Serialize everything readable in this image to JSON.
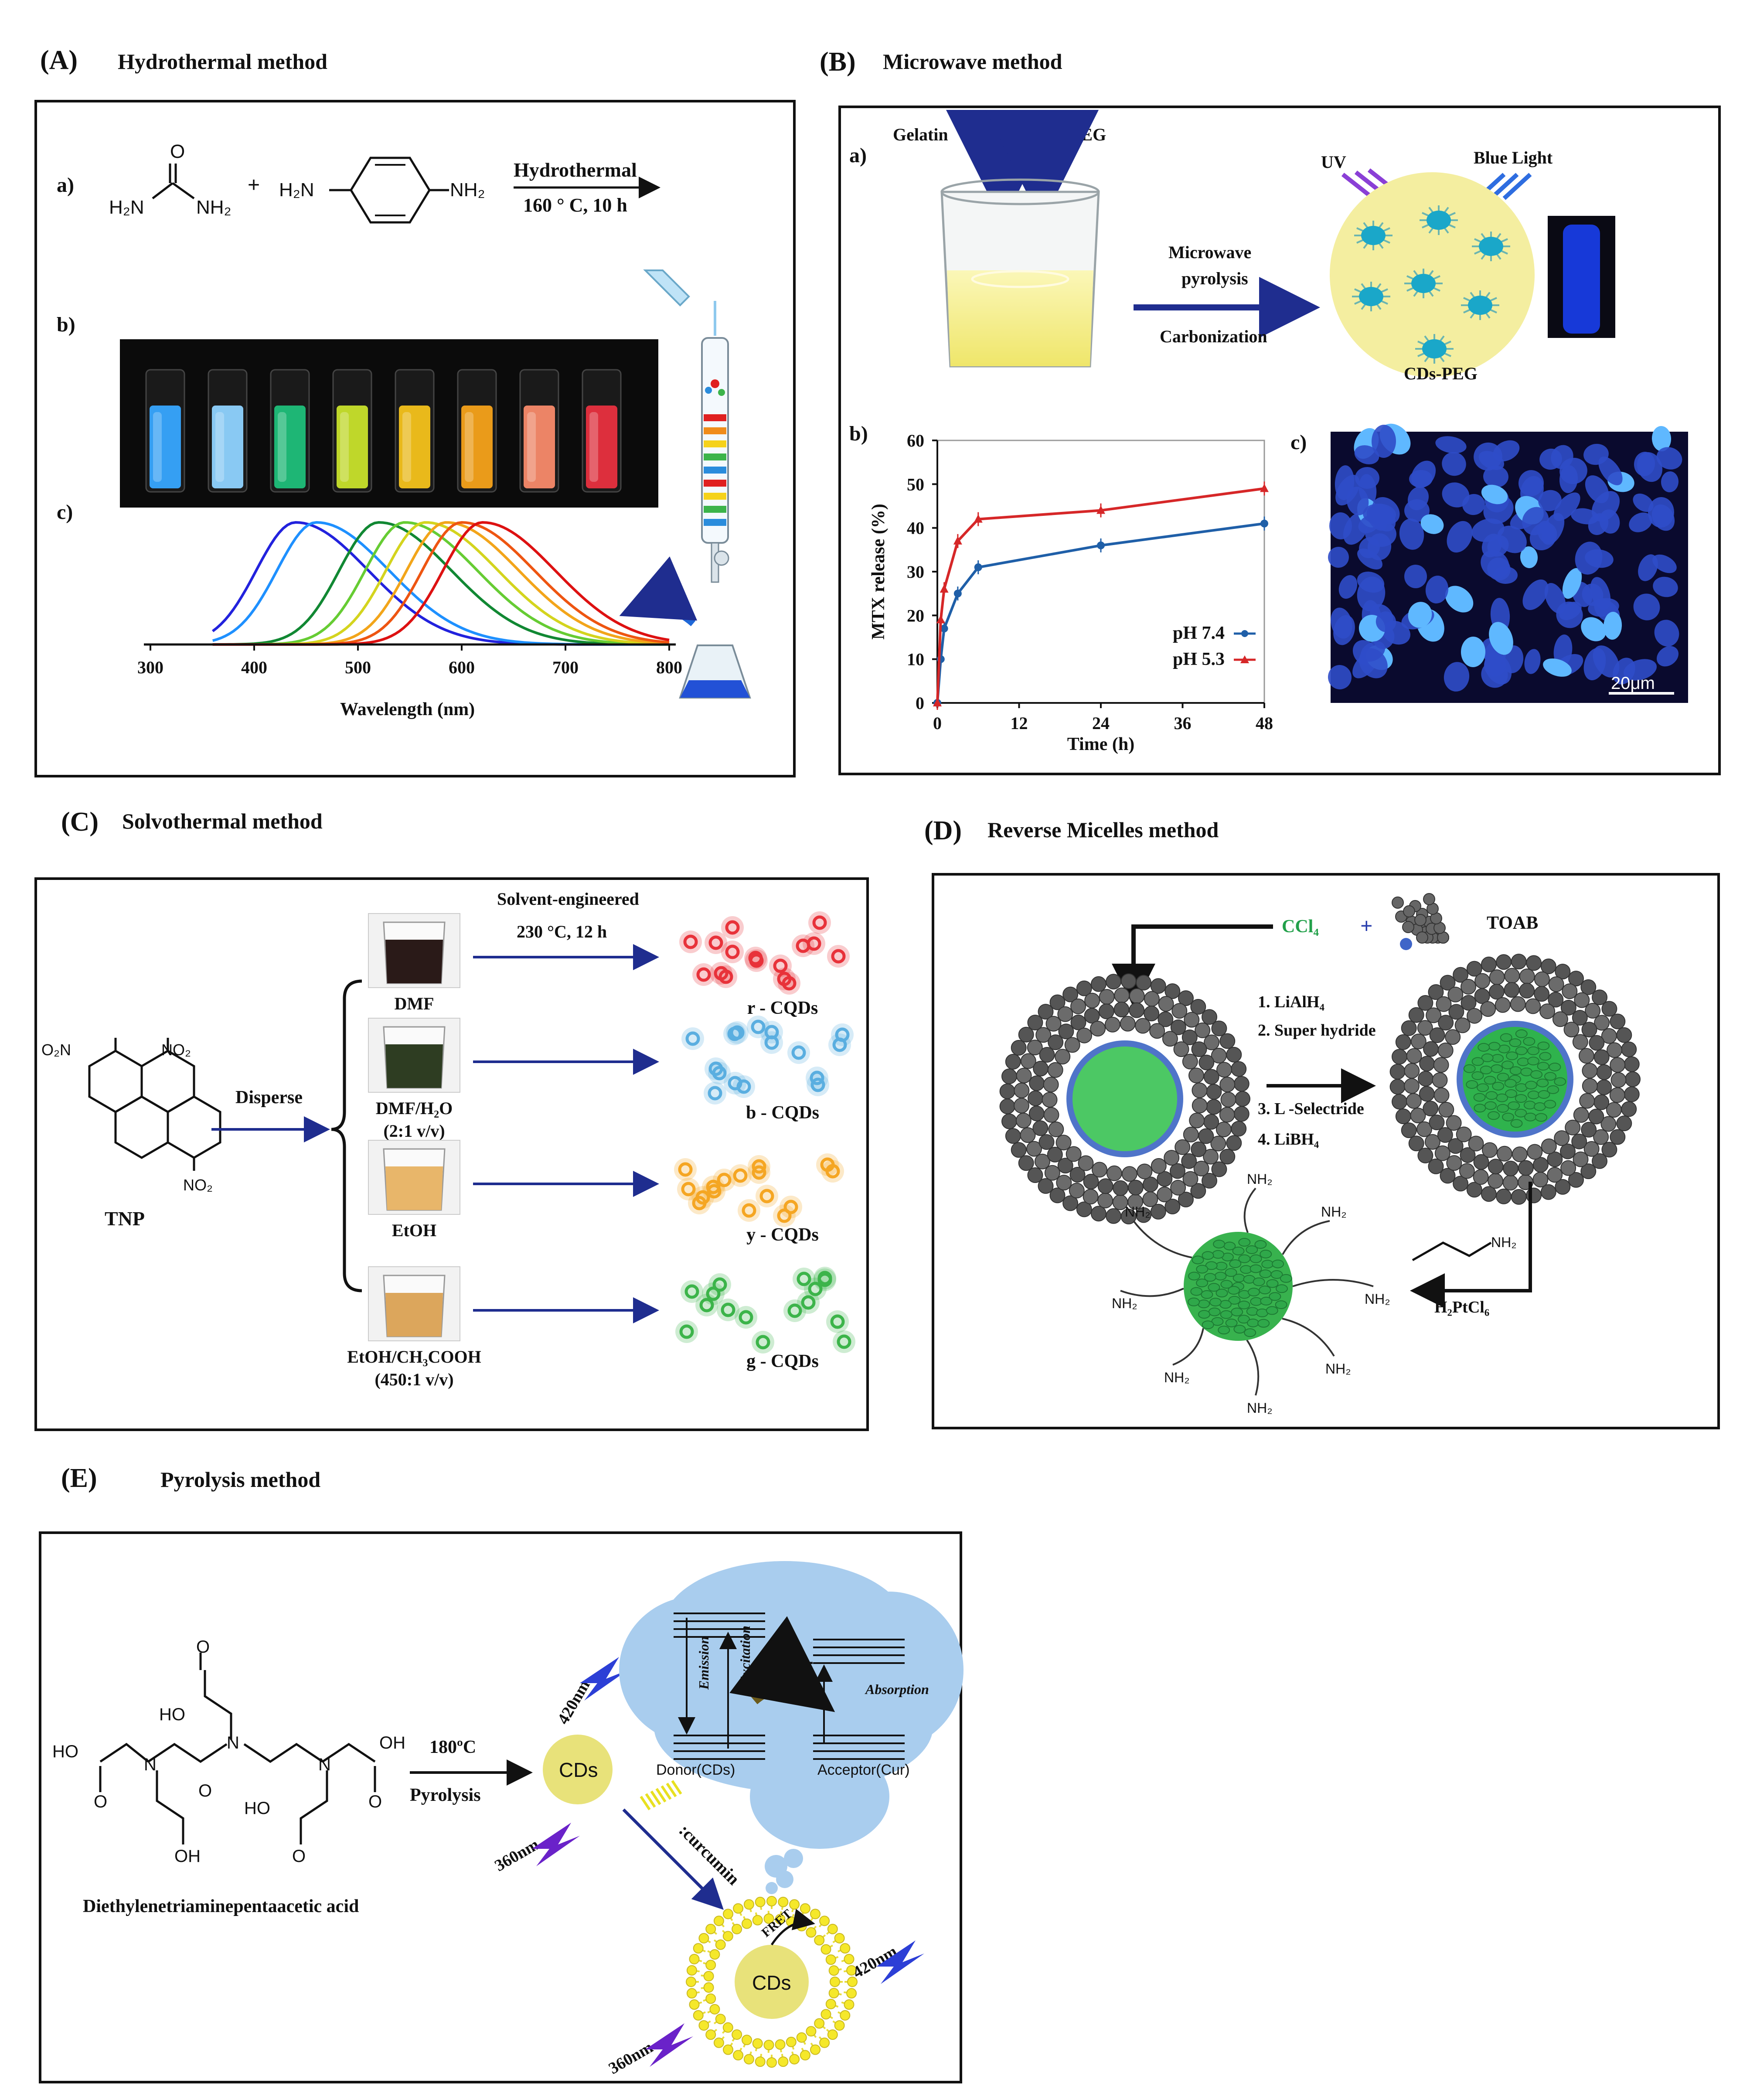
{
  "colors": {
    "frame": "#111111",
    "panel_bg": "#ffffff",
    "arrow_blue": "#1f2d8f",
    "cd_yellow": "#f0e98a",
    "green_core": "#33b54a",
    "micelle_gray": "#555555",
    "line_red": "#d62728",
    "line_blue": "#1f5fa8",
    "cloud_blue": "#9ec6ea"
  },
  "panel_a": {
    "title_letter": "(A)",
    "title": "Hydrothermal   method",
    "label_a": "a)",
    "label_b": "b)",
    "label_c": "c)",
    "reactant1_left": "H₂N",
    "reactant1_right": "NH₂",
    "reactant1_o": "O",
    "plus": "+",
    "reactant2_left": "H₂N",
    "reactant2_right": "NH₂",
    "condition_top": "Hydrothermal",
    "condition_bottom": "160 ° C, 10 h",
    "vial_colors": [
      "#37a7ff",
      "#8fd3ff",
      "#1fbf7a",
      "#c8e22b",
      "#f4c21b",
      "#f6a21a",
      "#f88a6a",
      "#e8303f"
    ],
    "axis_ticks": [
      "300",
      "400",
      "500",
      "600",
      "700",
      "800"
    ],
    "xlabel": "Wavelength  (nm)",
    "spectra": [
      {
        "color": "#2222dd",
        "peak_nm": 440
      },
      {
        "color": "#1e90ff",
        "peak_nm": 460
      },
      {
        "color": "#118833",
        "peak_nm": 520
      },
      {
        "color": "#66cc33",
        "peak_nm": 545
      },
      {
        "color": "#d4d41e",
        "peak_nm": 565
      },
      {
        "color": "#f2a51a",
        "peak_nm": 585
      },
      {
        "color": "#ee5511",
        "peak_nm": 600
      },
      {
        "color": "#dd1111",
        "peak_nm": 620
      }
    ],
    "column_band_colors": [
      "#e02020",
      "#f08c1a",
      "#f5d21a",
      "#3cb44a",
      "#2a8cdc",
      "#e02020",
      "#f5d21a",
      "#3cb44a",
      "#2a8cdc"
    ]
  },
  "panel_b": {
    "title_letter": "(B)",
    "title": "Microwave method",
    "label_a": "a)",
    "label_b": "b)",
    "label_c": "c)",
    "gelatin": "Gelatin",
    "peg": "PEG",
    "uv": "UV",
    "blue_light": "Blue Light",
    "arrow_top_1": "Microwave",
    "arrow_top_2": "pyrolysis",
    "arrow_bottom": "Carbonization",
    "product": "CDs-PEG",
    "scale_bar": "20μm"
  },
  "chart_data": {
    "type": "line",
    "xlabel": "Time  (h)",
    "ylabel": "MTX  release (%)",
    "xlim": [
      0,
      48
    ],
    "ylim": [
      0,
      60
    ],
    "xticks": [
      "0",
      "12",
      "24",
      "36",
      "48"
    ],
    "yticks": [
      "0",
      "10",
      "20",
      "30",
      "40",
      "50",
      "60"
    ],
    "legend_position": "bottom-right",
    "series": [
      {
        "name": "pH  7.4",
        "color": "#1f5fa8",
        "marker": "circle",
        "x": [
          0,
          0.5,
          1,
          3,
          6,
          24,
          48
        ],
        "y": [
          0,
          10,
          17,
          25,
          31,
          36,
          41
        ]
      },
      {
        "name": "pH  5.3",
        "color": "#d62728",
        "marker": "triangle",
        "x": [
          0,
          0.5,
          1,
          3,
          6,
          24,
          48
        ],
        "y": [
          0,
          19,
          26,
          37,
          42,
          44,
          49
        ]
      }
    ]
  },
  "panel_c": {
    "title_letter": "(C)",
    "title": "Solvothermal   method",
    "no2_a": "O₂N",
    "no2_b": "NO₂",
    "no2_c": "NO₂",
    "tnp": "TNP",
    "disperse": "Disperse",
    "condition_top": "Solvent-engineered",
    "condition_bottom": "230 °C, 12 h",
    "solvents": [
      {
        "label": "DMF",
        "label2": "",
        "liquid": "#2a1a18",
        "product": "r - CQDs",
        "dot": "#e8323a"
      },
      {
        "label": "DMF/H₂O",
        "label2": "(2:1 v/v)",
        "liquid": "#2e3d22",
        "product": "b - CQDs",
        "dot": "#5aaee0"
      },
      {
        "label": "EtOH",
        "label2": "",
        "liquid": "#e8b66a",
        "product": "y - CQDs",
        "dot": "#f5a623"
      },
      {
        "label": "EtOH/CH₃COOH",
        "label2": "(450:1 v/v)",
        "liquid": "#dca65c",
        "product": "g - CQDs",
        "dot": "#3cb44a"
      }
    ]
  },
  "panel_d": {
    "title_letter": "(D)",
    "title": "Reverse Micelles  method",
    "ccl4": "CCl₄",
    "plus": "+",
    "toab": "TOAB",
    "steps": [
      "1. LiAlH₄",
      "2. Super  hydride",
      "3. L -Selectride",
      "4. LiBH₄"
    ],
    "amine": "NH₂",
    "reagent": "H₂PtCl₆"
  },
  "panel_e": {
    "title_letter": "(E)",
    "title": "Pyrolysis method",
    "acid_name": "Diethylenetriaminepentaacetic  acid",
    "ho": "HO",
    "oh": "OH",
    "o": "O",
    "n": "N",
    "temp": "180ºC",
    "process": "Pyrolysis",
    "cds": "CDs",
    "nm420": "420nm",
    "nm360": "360nm",
    "curcumin": ":curcumin",
    "fret": "FRET",
    "emission": "Emission",
    "excitation": "Excitation",
    "absorption": "Absorption",
    "donor": "Donor(CDs)",
    "acceptor": "Acceptor(Cur)"
  }
}
